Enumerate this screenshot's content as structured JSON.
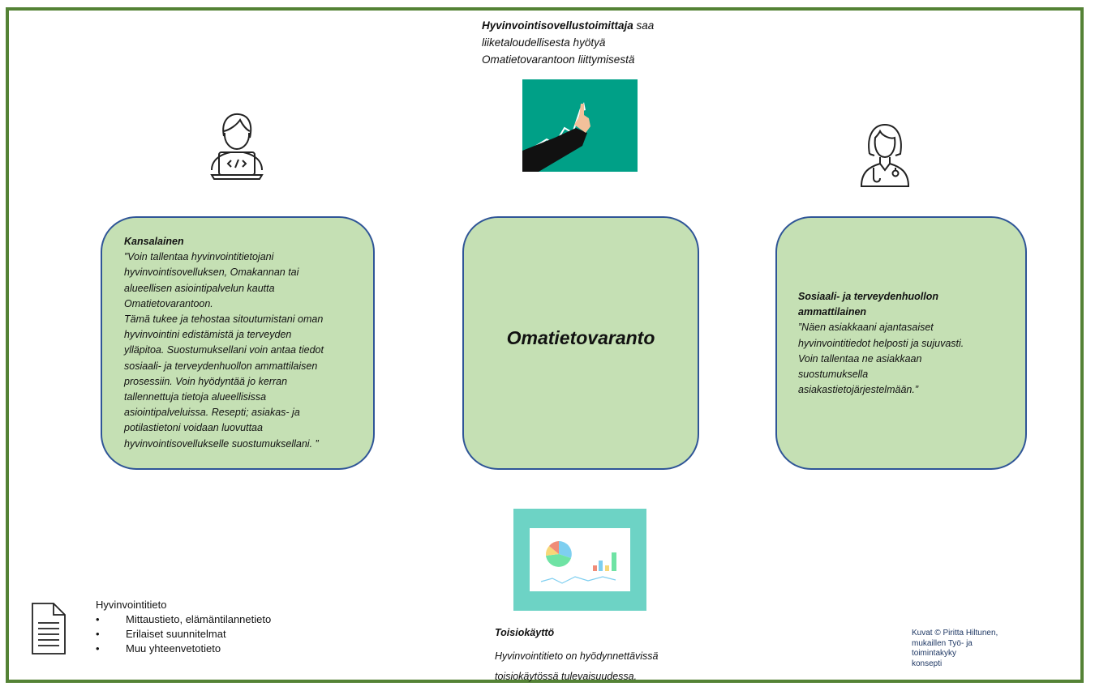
{
  "provider": {
    "line1_bold": "Hyvinvointisovellustoimittaja",
    "line1_rest": " saa",
    "line2": "liiketaloudellisesta hyötyä",
    "line3": "Omatietovarantoon liittymisestä"
  },
  "citizen": {
    "title": "Kansalainen",
    "lines": [
      "”Voin tallentaa hyvinvointitietojani",
      "hyvinvointisovelluksen, Omakannan tai",
      "alueellisen asiointipalvelun kautta",
      "Omatietovarantoon.",
      "Tämä tukee ja tehostaa sitoutumistani oman",
      "hyvinvointini edistämistä ja terveyden",
      "ylläpitoa. Suostumuksellani voin antaa tiedot",
      "sosiaali- ja terveydenhuollon ammattilaisen",
      "prosessiin.  Voin hyödyntää jo kerran",
      "tallennettuja tietoja alueellisissa",
      "asiointipalveluissa. Resepti; asiakas- ja",
      "potilastietoni voidaan luovuttaa",
      "hyvinvointisovellukselle suostumuksellani. ”"
    ]
  },
  "center": {
    "title": "Omatietovaranto"
  },
  "professional": {
    "title_line1": "Sosiaali- ja terveydenhuollon",
    "title_line2": "ammattilainen",
    "lines": [
      "”Näen asiakkaani ajantasaiset",
      "hyvinvointitiedot helposti ja sujuvasti.",
      "Voin tallentaa ne asiakkaan",
      "suostumuksella",
      "asiakastietojärjestelmään.”"
    ]
  },
  "secondary_use": {
    "title": "Toisiokäyttö",
    "line1": "Hyvinvointitieto on hyödynnettävissä",
    "line2": "toisiokäytössä tulevaisuudessa."
  },
  "legend": {
    "title": "Hyvinvointitieto",
    "items": [
      "Mittaustieto, elämäntilannetieto",
      "Erilaiset suunnitelmat",
      "Muu yhteenvetotieto"
    ]
  },
  "credits": {
    "lines": [
      "Kuvat © Piritta Hiltunen,",
      "mukaillen Työ- ja",
      "toimintakyky",
      "konsepti"
    ]
  },
  "colors": {
    "frame": "#548235",
    "box_fill": "#c5e0b4",
    "box_border": "#2f5597",
    "teal": "#00a087",
    "chart_bg": "#6dd3c5"
  },
  "icons": [
    "person-laptop-icon",
    "growth-chart-hand-icon",
    "female-doctor-icon",
    "dashboard-chart-icon",
    "document-icon"
  ]
}
